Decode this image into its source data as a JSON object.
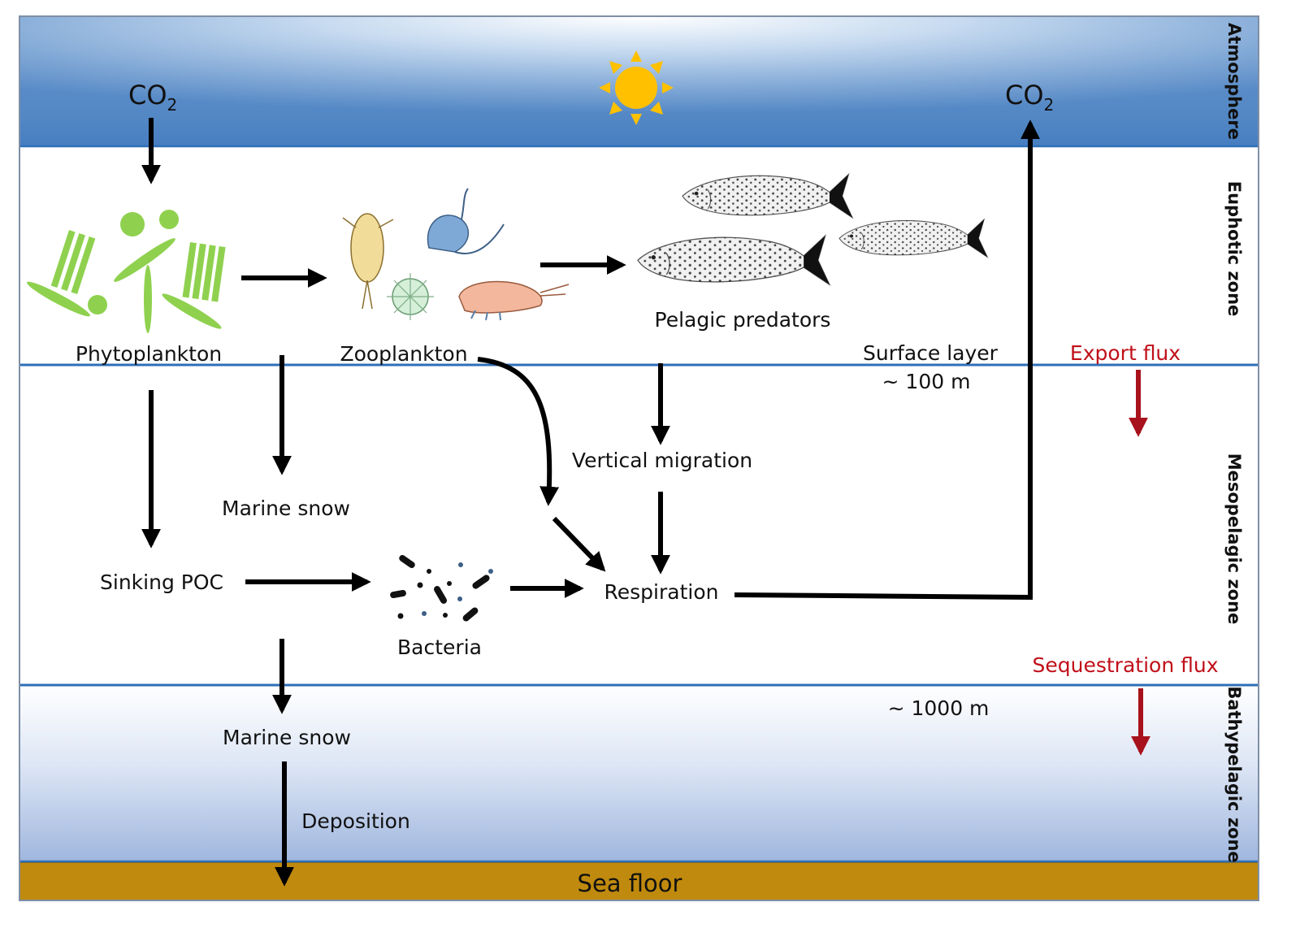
{
  "zones": {
    "atmosphere": "Atmosphere",
    "euphotic": "Euphotic zone",
    "mesopelagic": "Mesopelagic zone",
    "bathypelagic": "Bathypelagic zone"
  },
  "co2_left": "CO",
  "co2_left_sub": "2",
  "co2_right": "CO",
  "co2_right_sub": "2",
  "organisms": {
    "phytoplankton": "Phytoplankton",
    "zooplankton": "Zooplankton",
    "pelagic_predators": "Pelagic predators",
    "bacteria": "Bacteria"
  },
  "processes": {
    "marine_snow_1": "Marine snow",
    "marine_snow_2": "Marine snow",
    "sinking_poc": "Sinking POC",
    "vertical_migration": "Vertical migration",
    "respiration": "Respiration",
    "deposition": "Deposition"
  },
  "depths": {
    "surface_layer": "Surface layer",
    "surface_depth": "~ 100 m",
    "deep_depth": "~ 1000 m"
  },
  "fluxes": {
    "export": "Export flux",
    "sequestration": "Sequestration flux"
  },
  "sea_floor": "Sea floor",
  "colors": {
    "atmosphere_top": "#4f86c4",
    "atmosphere_glow": "#ffffff",
    "boundary_line": "#2e6fb8",
    "bathy_bottom": "#a4b9df",
    "sea_floor": "#c08a0e",
    "flux_red": "#c0101a",
    "sun": "#ffc000",
    "phyto_green": "#8fd14f"
  }
}
